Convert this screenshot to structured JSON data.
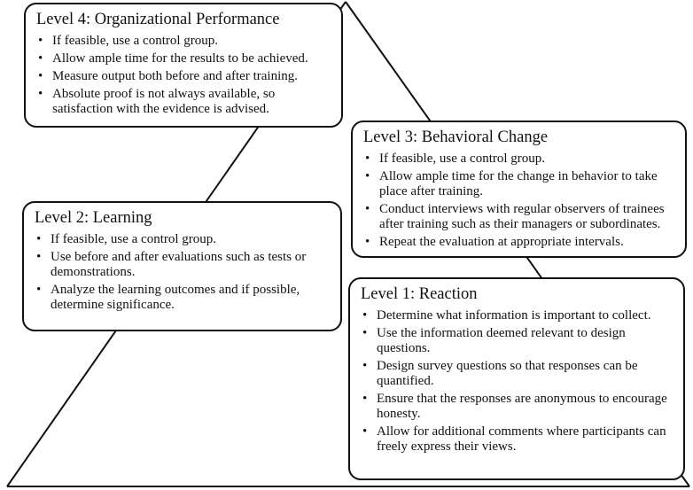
{
  "levels": {
    "level4": {
      "title": "Level 4: Organizational Performance",
      "items": [
        "If feasible, use a control group.",
        "Allow ample time for the results to be achieved.",
        "Measure output both before and after training.",
        "Absolute proof is not always available, so satisfaction with the evidence is advised."
      ]
    },
    "level3": {
      "title": "Level 3: Behavioral Change",
      "items": [
        "If feasible, use a control group.",
        "Allow ample time for the change in behavior to take place after training.",
        "Conduct interviews with regular observers of trainees after training such as their managers or subordinates.",
        "Repeat the evaluation at appropriate intervals."
      ]
    },
    "level2": {
      "title": "Level 2: Learning",
      "items": [
        "If feasible, use a control group.",
        "Use before and after evaluations such as tests or demonstrations.",
        "Analyze the learning outcomes and if possible, determine significance."
      ]
    },
    "level1": {
      "title": "Level 1: Reaction",
      "items": [
        "Determine what information is important to collect.",
        "Use the information deemed relevant to design questions.",
        "Design survey questions so that responses can be quantified.",
        "Ensure that the responses are anonymous to encourage honesty.",
        "Allow for additional comments where participants can freely express their views."
      ]
    }
  },
  "colors": {
    "line": "#111111",
    "box_fill": "#ffffff",
    "text": "#111111"
  }
}
